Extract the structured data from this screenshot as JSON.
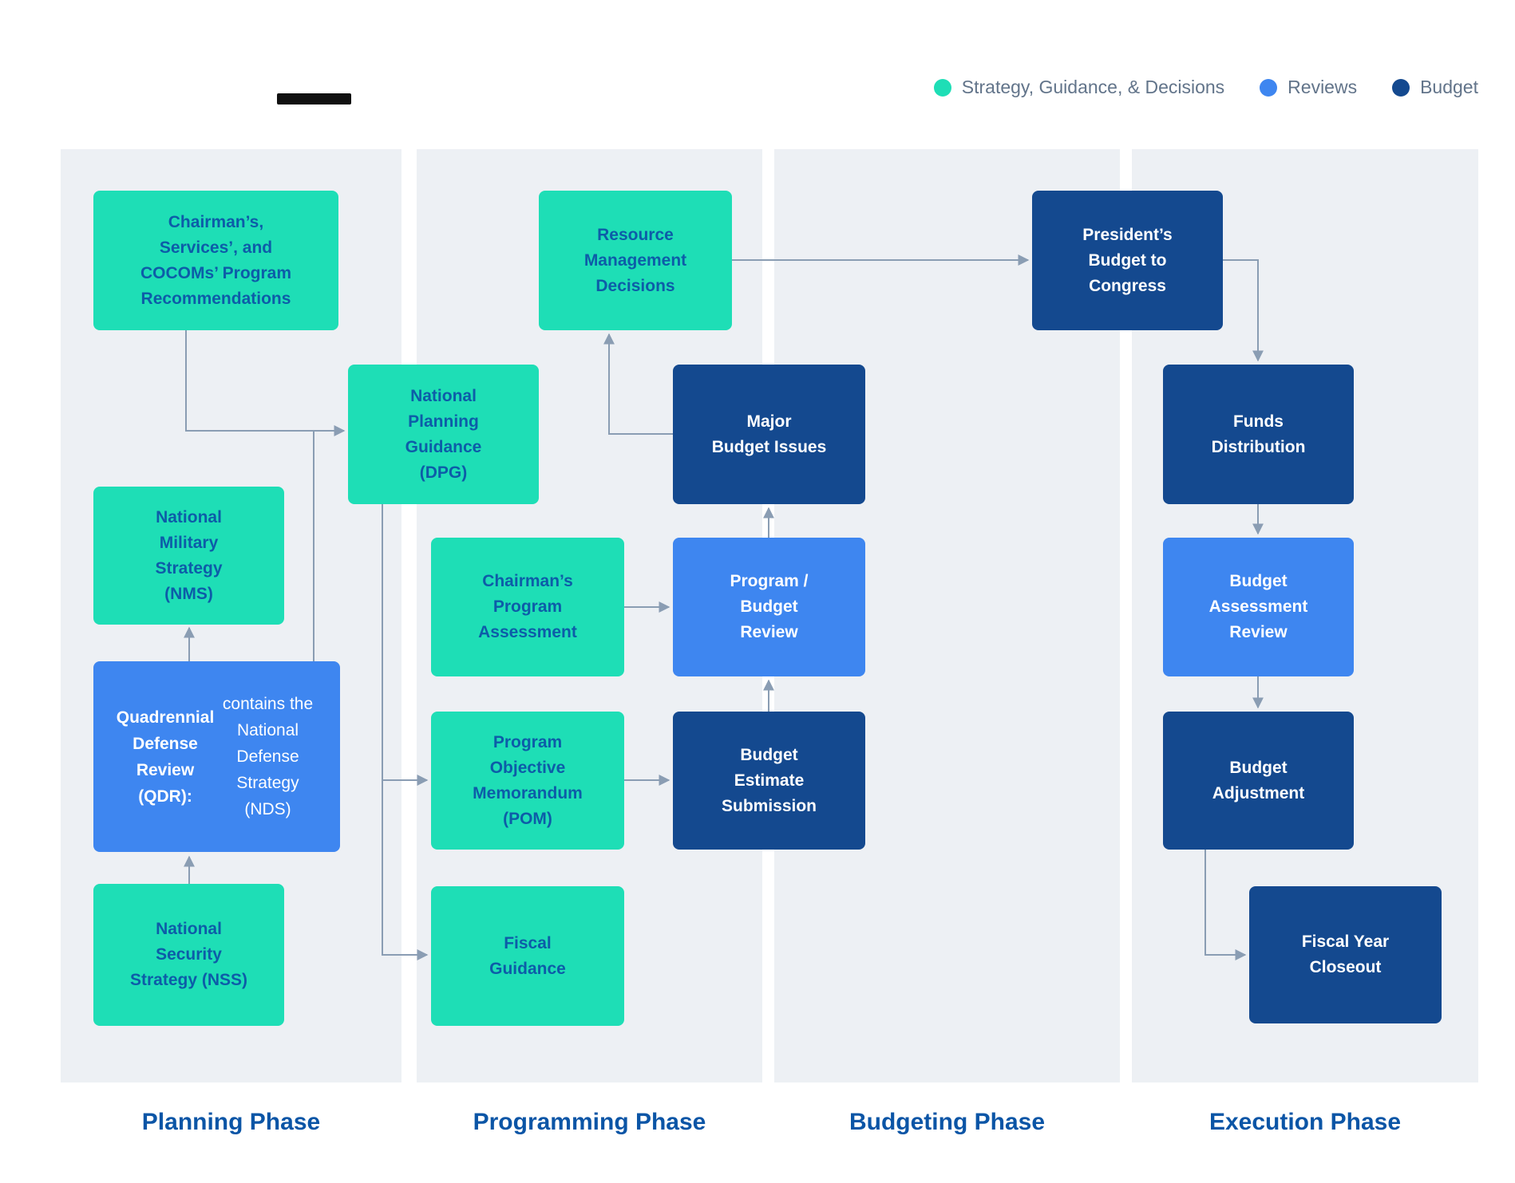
{
  "legend": [
    {
      "label": "Strategy, Guidance, & Decisions",
      "color": "#1EDEB6"
    },
    {
      "label": "Reviews",
      "color": "#3E86F0"
    },
    {
      "label": "Budget",
      "color": "#14498F"
    }
  ],
  "phases": {
    "planning": "Planning Phase",
    "programming": "Programming Phase",
    "budgeting": "Budgeting Phase",
    "execution": "Execution Phase"
  },
  "nodes": {
    "program_recommendations": "Chairman’s,\nServices’, and\nCOCOMs’ Program\nRecommendations",
    "national_military_strategy": "National\nMilitary\nStrategy\n(NMS)",
    "qdr_title": "Quadrennial\nDefense Review\n(QDR):",
    "qdr_description": "contains the\nNational Defense\nStrategy (NDS)",
    "national_security_strategy": "National\nSecurity\nStrategy (NSS)",
    "defense_planning_guidance": "National\nPlanning\nGuidance\n(DPG)",
    "resource_management_decisions": "Resource\nManagement\nDecisions",
    "chairmans_program_assessment": "Chairman’s\nProgram\nAssessment",
    "program_objective_memorandum": "Program\nObjective\nMemorandum\n(POM)",
    "fiscal_guidance": "Fiscal\nGuidance",
    "major_budget_issues": "Major\nBudget Issues",
    "program_budget_review": "Program /\nBudget\nReview",
    "budget_estimate_submission": "Budget\nEstimate\nSubmission",
    "presidents_budget_to_congress": "President’s\nBudget to\nCongress",
    "funds_distribution": "Funds\nDistribution",
    "budget_assessment_review": "Budget\nAssessment\nReview",
    "budget_adjustment": "Budget\nAdjustment",
    "fiscal_year_closeout": "Fiscal Year\nCloseout"
  },
  "colors": {
    "strategy_teal": "#1EDEB6",
    "reviews_blue": "#3E86F0",
    "budget_navy": "#14498F",
    "teal_box_text": "#0D5CA8",
    "connector_gray": "#8A9DB3",
    "column_background": "#EDF0F4",
    "phase_label_blue": "#0B55A6"
  }
}
